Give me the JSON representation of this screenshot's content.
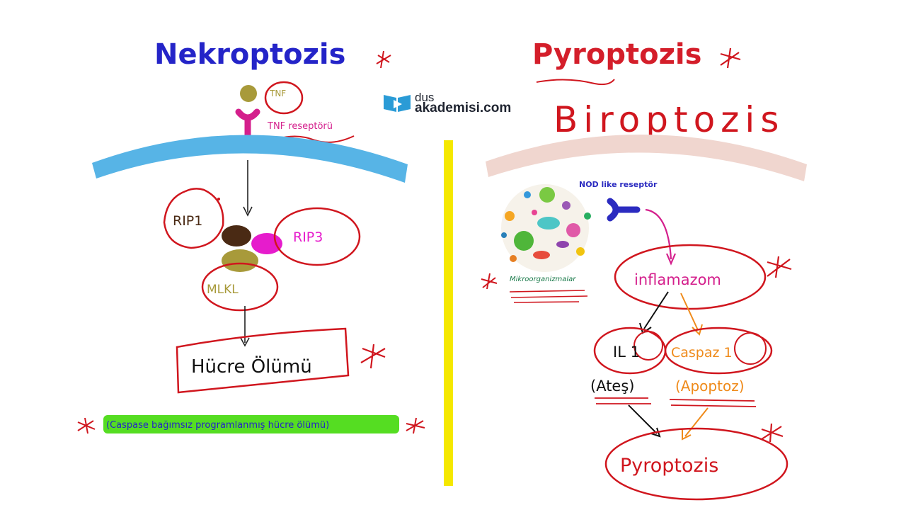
{
  "left": {
    "title": "Nekroptozis",
    "ligand_label": "TNF",
    "receptor_label": "TNF reseptörü",
    "rip1_label": "RIP1",
    "rip3_label": "RIP3",
    "mlkl_label": "MLKL",
    "outcome_label": "Hücre Ölümü",
    "note": "(Caspase bağımsız programlanmış hücre ölümü)"
  },
  "right": {
    "title": "Pyroptozis",
    "handwritten_title": "Biroptozis",
    "receptor_label": "NOD like reseptör",
    "microbes_label": "Mikroorganizmalar",
    "inflammasome_label": "inflamazom",
    "il1_label": "IL 1",
    "caspase_label": "Caspaz 1",
    "fever_label": "(Ateş)",
    "apoptosis_label": "(Apoptoz)",
    "outcome_label": "Pyroptozis"
  },
  "logo": {
    "line1": "dus",
    "line2": "akademisi.com"
  },
  "colors": {
    "title_left": "#2424c8",
    "title_right": "#d41e2a",
    "annotation_red": "#d0161e",
    "membrane_left": "#57b4e6",
    "membrane_right": "#f0d6cf",
    "divider": "#f5e800",
    "highlight_green": "#55dd22",
    "receptor_magenta": "#d41f8c",
    "nod_receptor_blue": "#2b2bc0",
    "rip1_brown": "#4a2a14",
    "rip3_magenta": "#e61ccc",
    "mlkl_olive": "#a89a3a",
    "caspase_orange": "#ef8a1a",
    "logo_blue": "#2a9bd6"
  }
}
